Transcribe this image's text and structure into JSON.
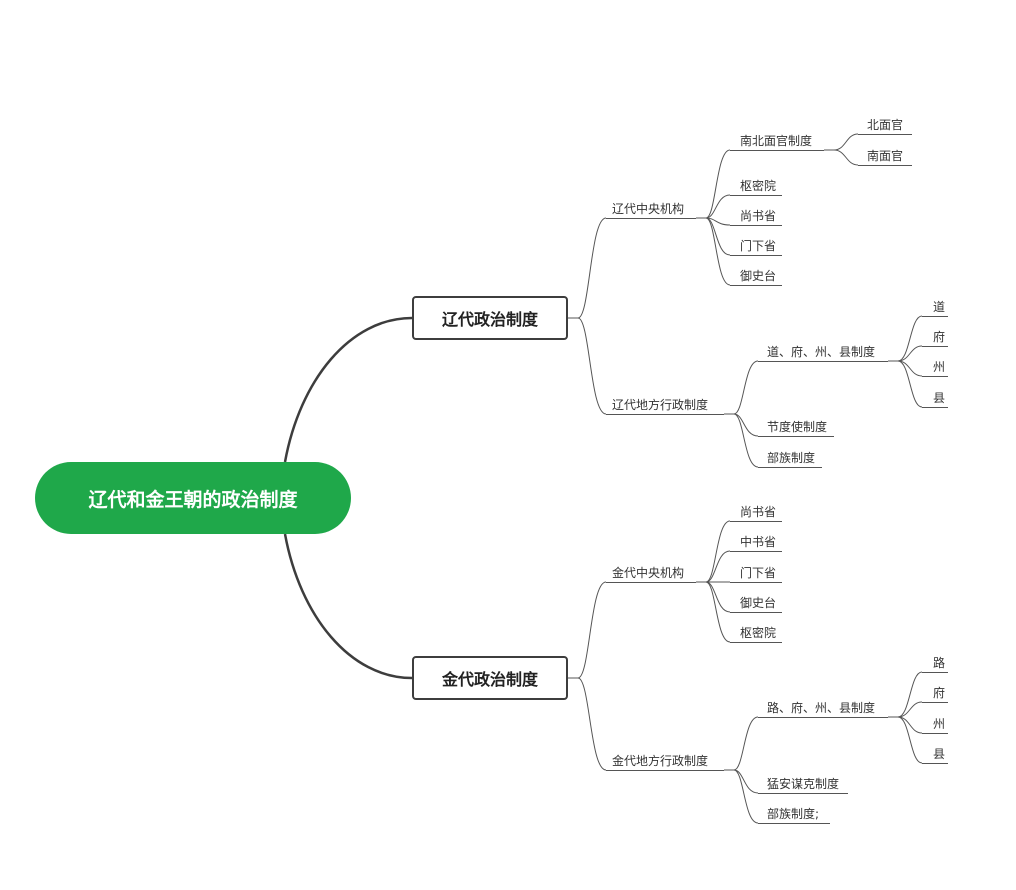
{
  "root": "辽代和金王朝的政治制度",
  "liao": {
    "title": "辽代政治制度",
    "central": {
      "label": "辽代中央机构",
      "beinan": {
        "label": "南北面官制度",
        "items": [
          "北面官",
          "南面官"
        ]
      },
      "items": [
        "枢密院",
        "尚书省",
        "门下省",
        "御史台"
      ]
    },
    "local": {
      "label": "辽代地方行政制度",
      "daofu": {
        "label": "道、府、州、县制度",
        "items": [
          "道",
          "府",
          "州",
          "县"
        ]
      },
      "items": [
        "节度使制度",
        "部族制度"
      ]
    }
  },
  "jin": {
    "title": "金代政治制度",
    "central": {
      "label": "金代中央机构",
      "items": [
        "尚书省",
        "中书省",
        "门下省",
        "御史台",
        "枢密院"
      ]
    },
    "local": {
      "label": "金代地方行政制度",
      "lufu": {
        "label": "路、府、州、县制度",
        "items": [
          "路",
          "府",
          "州",
          "县"
        ]
      },
      "items": [
        "猛安谋克制度",
        "部族制度;"
      ]
    }
  },
  "colors": {
    "root": "#1fa84a",
    "line": "#555555",
    "border": "#3d3d3d"
  }
}
